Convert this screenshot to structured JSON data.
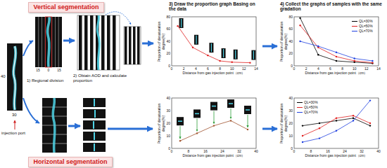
{
  "diagram": {
    "nodes": [
      {
        "text": [
          "Vertical segmentation"
        ]
      },
      {
        "text": [
          "Proportion of desaturation degree(%)",
          "Distance from gas injection point（cm）"
        ]
      },
      {
        "text": [
          "Proportion of desaturation degree(%)",
          "Distance from gas injection point（cm）"
        ]
      },
      {
        "text": [
          "Horizontal segmentation"
        ]
      },
      {
        "text": [
          "Proportion of desaturation degree(%)",
          "Distance from gas injection point（cm）"
        ]
      },
      {
        "text": [
          "Proportion of desaturation degree(%)",
          "Distance from gas injection point（cm）"
        ]
      }
    ],
    "edges": [
      {
        "from": 1,
        "to": 2,
        "arrow": "to"
      },
      {
        "from": 4,
        "to": 5,
        "arrow": "to"
      }
    ],
    "labels": [
      "40",
      "30",
      "15",
      "0",
      "15",
      "1) Regional division",
      "2) Obtain AOD and calculate proportion",
      "3) Draw the proportion graph Basing on the data",
      "4) Collect the graphs of samples with the same gradation",
      "injection port",
      "0",
      "2",
      "4",
      "6",
      "8",
      "10",
      "12",
      "14",
      "0",
      "20",
      "40",
      "60",
      "80",
      "0",
      "2",
      "4",
      "6",
      "8",
      "10",
      "12",
      "14",
      "0",
      "20",
      "40",
      "60",
      "80",
      "0",
      "8",
      "16",
      "24",
      "32",
      "40",
      "0",
      "10",
      "20",
      "30",
      "40",
      "0",
      "8",
      "16",
      "24",
      "32",
      "40",
      "0",
      "10",
      "20",
      "30",
      "40"
    ],
    "legend": [
      {
        "text": "QL=30%",
        "color": "#000000"
      },
      {
        "text": "QL=50%",
        "color": "#e02020"
      },
      {
        "text": "QL=70%",
        "color": "#2040e0"
      },
      {
        "text": "QL=30%",
        "color": "#000000"
      },
      {
        "text": "QL=50%",
        "color": "#e02020"
      },
      {
        "text": "QL=70%",
        "color": "#2040e0"
      }
    ]
  }
}
